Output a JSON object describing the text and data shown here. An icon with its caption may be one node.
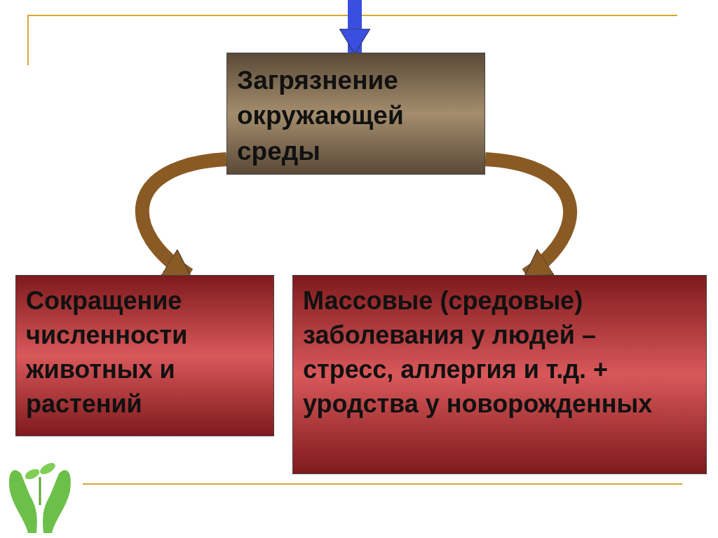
{
  "diagram": {
    "nodes": [
      {
        "text": [
          "Загрязнение окружающей среды"
        ]
      },
      {
        "text": [
          "Сокращение численности животных и растений"
        ]
      },
      {
        "text": [
          "Массовые (средовые) заболевания у людей – стресс, аллергия и т.д. + уродства у новорожденных"
        ]
      }
    ],
    "edges": [
      {
        "from": null,
        "to": 0,
        "arrow": "to",
        "color": "#3a4fe0"
      },
      {
        "from": 0,
        "to": 1,
        "arrow": "to",
        "color": "#8a5a24"
      },
      {
        "from": 0,
        "to": 2,
        "arrow": "to",
        "color": "#8a5a24"
      }
    ]
  }
}
